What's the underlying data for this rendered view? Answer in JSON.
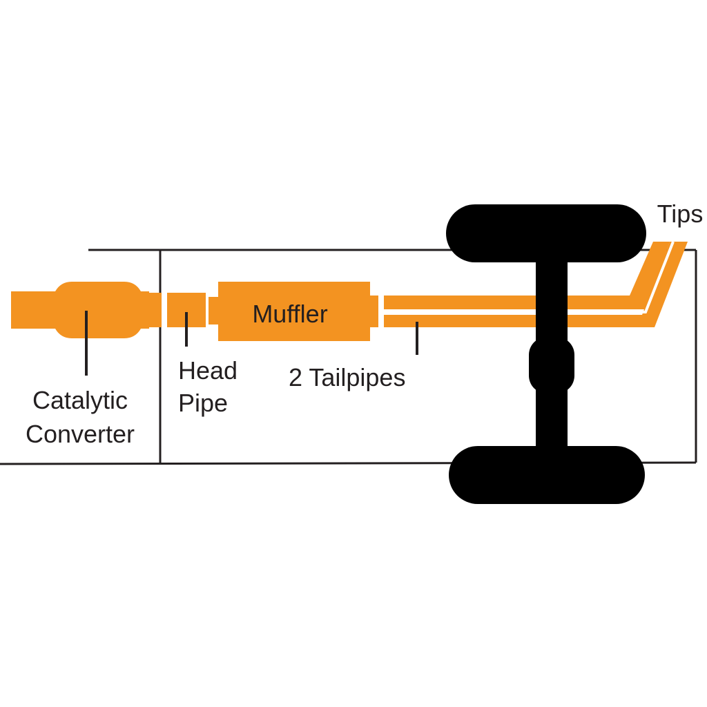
{
  "labels": {
    "muffler": "Muffler",
    "head_pipe_line1": "Head",
    "head_pipe_line2": "Pipe",
    "tailpipes": "2 Tailpipes",
    "catalytic_line1": "Catalytic",
    "catalytic_line2": "Converter",
    "tips": "Tips"
  },
  "colors": {
    "exhaust": "#F39321",
    "line": "#231F20",
    "axle": "#000000",
    "background": "#FFFFFF"
  }
}
